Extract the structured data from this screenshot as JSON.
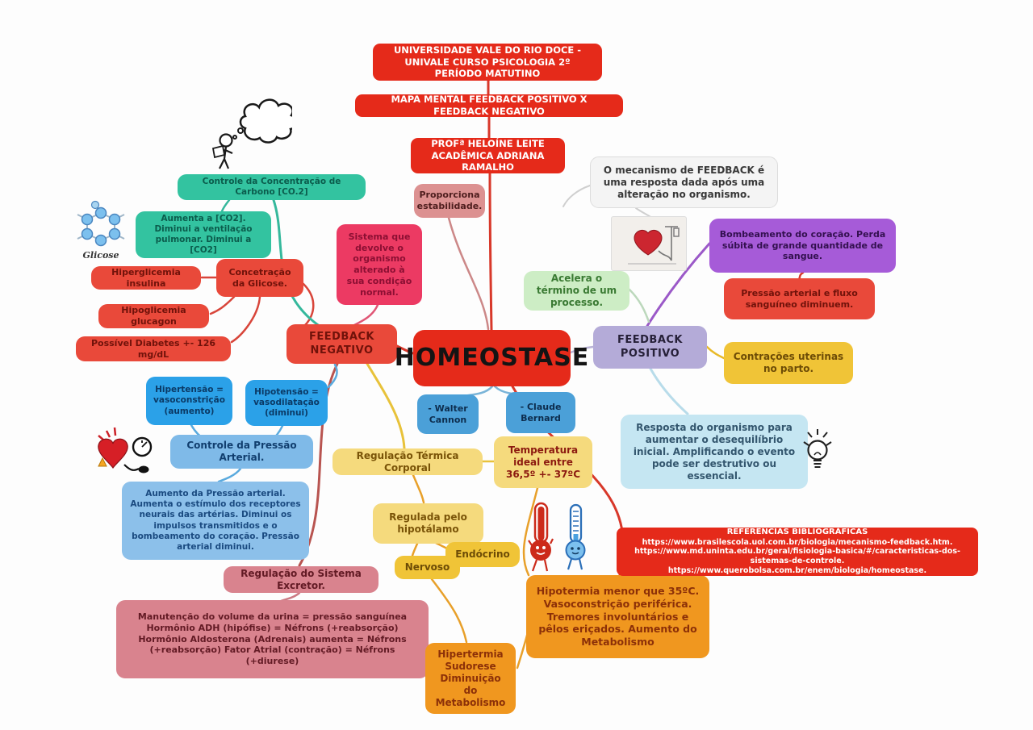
{
  "headers": {
    "university": "UNIVERSIDADE VALE DO RIO DOCE - UNIVALE CURSO PSICOLOGIA 2º PERÍODO MATUTINO",
    "map_title": "MAPA MENTAL FEEDBACK POSITIVO X FEEDBACK NEGATIVO",
    "credits_line1": "PROFª HELOÍNE LEITE",
    "credits_line2": "ACADÊMICA ADRIANA RAMALHO"
  },
  "nodes": {
    "co2_control": "Controle da Concentração de Carbono [CO.2]",
    "co2_detail": "Aumenta a [CO2]. Diminui a ventilação pulmonar. Diminui a [CO2]",
    "proporciona": "Proporciona estabilidade.",
    "mecanismo": "O mecanismo de FEEDBACK é uma resposta dada após uma alteração no organismo.",
    "sistema_devolve": "Sistema que devolve o organismo alterado à sua condição normal.",
    "glicose_conc": "Concetração da Glicose.",
    "hiperglicemia": "Hiperglicemia insulina",
    "hipoglicemia": "Hipoglicemia glucagon",
    "diabetes": "Possível Diabetes +- 126 mg/dL",
    "feedback_negativo": "FEEDBACK NEGATIVO",
    "homeostase": "HOMEOSTASE",
    "bombeamento": "Bombeamento do coração. Perda súbita de grande quantidade de sangue.",
    "pressao_diminuem": "Pressão arterial e fluxo sanguíneo diminuem.",
    "acelera": "Acelera o término de um processo.",
    "feedback_positivo": "FEEDBACK POSITIVO",
    "contracoes": "Contrações uterinas no parto.",
    "walter": "- Walter Cannon",
    "claude": "- Claude Bernard",
    "resposta": "Resposta do organismo para aumentar o desequilíbrio inicial. Amplificando o evento pode ser destrutivo ou essencial.",
    "temperatura": "Temperatura ideal entre 36,5º +- 37ºC",
    "reg_termica": "Regulação Térmica Corporal",
    "hipertensao": "Hipertensão = vasoconstrição (aumento)",
    "hipotensao": "Hipotensão = vasodilatação (diminui)",
    "controle_pressao": "Controle da Pressão Arterial.",
    "aumento_pressao": "Aumento da Pressão arterial. Aumenta o estímulo dos receptores neurais das artérias. Diminui os impulsos transmitidos e o bombeamento do coração. Pressão arterial diminui.",
    "regulada": "Regulada pelo hipotálamo",
    "endocrino": "Endócrino",
    "nervoso": "Nervoso",
    "reg_excretor": "Regulação do Sistema Excretor.",
    "manutencao": "Manutenção do volume da urina = pressão sanguínea Hormônio ADH (hipófise) = Néfrons (+reabsorção) Hormônio Aldosterona (Adrenais) aumenta = Néfrons (+reabsorção) Fator Atrial (contração) = Néfrons (+diurese)",
    "hipotermia": "Hipotermia menor que 35ºC. Vasoconstrição periférica. Tremores involuntários e pêlos eriçados. Aumento do Metabolismo",
    "hipertermia": "Hipertermia Sudorese Diminuição do Metabolismo"
  },
  "icons": {
    "glucose_label": "Glicose"
  },
  "references": {
    "title": "REFERÊNCIAS BIBLIOGRÁFICAS",
    "line1": "https://www.brasilescola.uol.com.br/biologia/mecanismo-feedback.htm.",
    "line2": "https://www.md.uninta.edu.br/geral/fisiologia-basica/#/caracteristicas-dos-sistemas-de-controle.",
    "line3": "https://www.querobolsa.com.br/enem/biologia/homeostase."
  },
  "palette": {
    "bright_red": "#e52a1a",
    "node_red": "#e9493a",
    "teal": "#33c3a0",
    "crimson": "#ec3a63",
    "rose": "#dc9191",
    "purple": "#a65bd8",
    "lavender": "#b4abd8",
    "yellow": "#f0c437",
    "light_yellow": "#f5da7d",
    "light_green": "#cdedc5",
    "blue": "#4ba0d8",
    "bright_blue": "#2ba1e8",
    "light_blue": "#7fbae8",
    "pale_blue": "#c5e6f2",
    "pink": "#d9838e",
    "orange": "#f0971f"
  }
}
